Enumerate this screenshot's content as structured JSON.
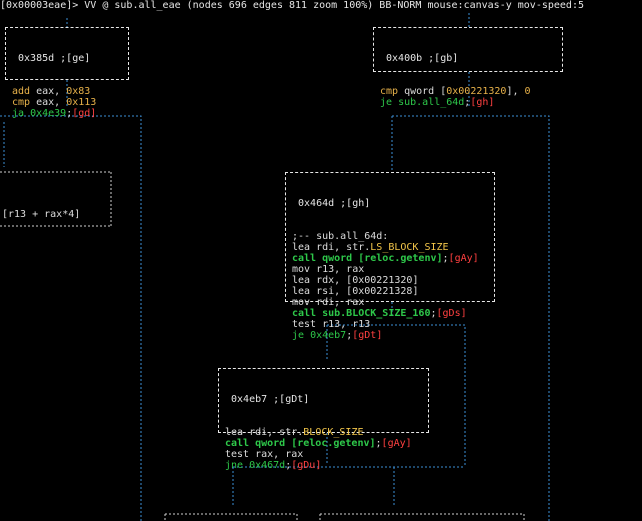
{
  "status_bar": {
    "text": "[0x00003eae]> VV @ sub.all_eae (nodes 696 edges 811 zoom 100%) BB-NORM mouse:canvas-y mov-speed:5"
  },
  "nodes": {
    "ge": {
      "title": " 0x385d ;[ge]",
      "lines": [
        {
          "parts": [
            {
              "t": "add",
              "c": "imp"
            },
            {
              "t": " eax, ",
              "c": "w"
            },
            {
              "t": "0x83",
              "c": "num"
            }
          ]
        },
        {
          "parts": [
            {
              "t": "cmp",
              "c": "imp"
            },
            {
              "t": " eax, ",
              "c": "w"
            },
            {
              "t": "0x113",
              "c": "num"
            }
          ]
        },
        {
          "parts": [
            {
              "t": "ja",
              "c": "grn"
            },
            {
              "t": " 0x4e39",
              "c": "grn"
            },
            {
              "t": ";",
              "c": "w"
            },
            {
              "t": "[gd]",
              "c": "ref"
            }
          ]
        }
      ]
    },
    "gb": {
      "title": " 0x400b ;[gb]",
      "lines": [
        {
          "parts": [
            {
              "t": "cmp",
              "c": "imp"
            },
            {
              "t": " qword [",
              "c": "w"
            },
            {
              "t": "0x00221320",
              "c": "num"
            },
            {
              "t": "], ",
              "c": "w"
            },
            {
              "t": "0",
              "c": "num"
            }
          ]
        },
        {
          "parts": [
            {
              "t": "je",
              "c": "grn"
            },
            {
              "t": " sub.all_64d",
              "c": "grn"
            },
            {
              "t": ";",
              "c": "w"
            },
            {
              "t": "[gh]",
              "c": "ref"
            }
          ]
        }
      ]
    },
    "partial": {
      "lines": [
        {
          "parts": [
            {
              "t": "[r13 + rax*4]",
              "c": "w"
            }
          ]
        }
      ]
    },
    "gh": {
      "title": " 0x464d ;[gh]",
      "lines": [
        {
          "parts": [
            {
              "t": ";-- sub.all_64d:",
              "c": "w"
            }
          ]
        },
        {
          "parts": [
            {
              "t": "lea rdi, str.",
              "c": "w"
            },
            {
              "t": "LS_BLOCK_SIZE",
              "c": "sym"
            }
          ]
        },
        {
          "parts": [
            {
              "t": "call qword [reloc.getenv]",
              "c": "grn-b"
            },
            {
              "t": ";",
              "c": "w"
            },
            {
              "t": "[gAy]",
              "c": "ref"
            }
          ]
        },
        {
          "parts": [
            {
              "t": "mov r13, rax",
              "c": "w"
            }
          ]
        },
        {
          "parts": [
            {
              "t": "lea rdx, [",
              "c": "w"
            },
            {
              "t": "0x00221320",
              "c": "w"
            },
            {
              "t": "]",
              "c": "w"
            }
          ]
        },
        {
          "parts": [
            {
              "t": "lea rsi, [",
              "c": "w"
            },
            {
              "t": "0x00221328",
              "c": "w"
            },
            {
              "t": "]",
              "c": "w"
            }
          ]
        },
        {
          "parts": [
            {
              "t": "mov rdi, rax",
              "c": "w"
            }
          ]
        },
        {
          "parts": [
            {
              "t": "call sub.BLOCK_SIZE_160",
              "c": "grn-b"
            },
            {
              "t": ";",
              "c": "w"
            },
            {
              "t": "[gDs]",
              "c": "ref"
            }
          ]
        },
        {
          "parts": [
            {
              "t": "test r13, r13",
              "c": "w"
            }
          ]
        },
        {
          "parts": [
            {
              "t": "je",
              "c": "grn"
            },
            {
              "t": " 0x4eb7",
              "c": "grn"
            },
            {
              "t": ";",
              "c": "w"
            },
            {
              "t": "[gDt]",
              "c": "ref"
            }
          ]
        }
      ]
    },
    "gDt": {
      "title": " 0x4eb7 ;[gDt]",
      "lines": [
        {
          "parts": [
            {
              "t": "lea rdi, str.",
              "c": "w"
            },
            {
              "t": "BLOCK_SIZE",
              "c": "sym"
            }
          ]
        },
        {
          "parts": [
            {
              "t": "call qword [reloc.getenv]",
              "c": "grn-b"
            },
            {
              "t": ";",
              "c": "w"
            },
            {
              "t": "[gAy]",
              "c": "ref"
            }
          ]
        },
        {
          "parts": [
            {
              "t": "test rax, rax",
              "c": "w"
            }
          ]
        },
        {
          "parts": [
            {
              "t": "jne",
              "c": "grn"
            },
            {
              "t": " 0x467d",
              "c": "grn"
            },
            {
              "t": ";",
              "c": "w"
            },
            {
              "t": "[gDu]",
              "c": "ref"
            }
          ]
        }
      ]
    }
  },
  "colors": {
    "background": "#000000",
    "edge_blue": "#3d8fd6",
    "edge_gray": "#cfcfcf",
    "node_border": "#e8e8e8",
    "jump_green": "#2ec84a",
    "ref_red": "#ff4040",
    "number_orange": "#e8b24a",
    "symbol_yellow": "#f3c64a"
  }
}
